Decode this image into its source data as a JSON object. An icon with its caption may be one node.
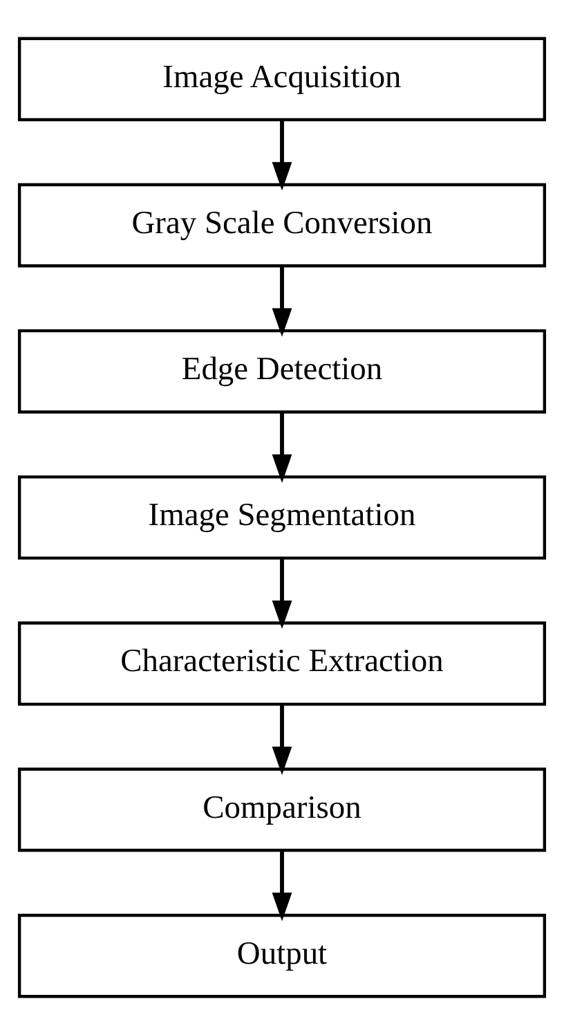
{
  "diagram": {
    "nodes": [
      {
        "text": [
          "Image Acquisition"
        ]
      },
      {
        "text": [
          "Gray Scale Conversion"
        ]
      },
      {
        "text": [
          "Edge Detection"
        ]
      },
      {
        "text": [
          "Image Segmentation"
        ]
      },
      {
        "text": [
          "Characteristic Extraction"
        ]
      },
      {
        "text": [
          "Comparison"
        ]
      },
      {
        "text": [
          "Output"
        ]
      }
    ],
    "edges": [
      {
        "from": 0,
        "to": 1,
        "arrow": "to"
      },
      {
        "from": 1,
        "to": 2,
        "arrow": "to"
      },
      {
        "from": 2,
        "to": 3,
        "arrow": "to"
      },
      {
        "from": 3,
        "to": 4,
        "arrow": "to"
      },
      {
        "from": 4,
        "to": 5,
        "arrow": "to"
      },
      {
        "from": 5,
        "to": 6,
        "arrow": "to"
      }
    ]
  }
}
